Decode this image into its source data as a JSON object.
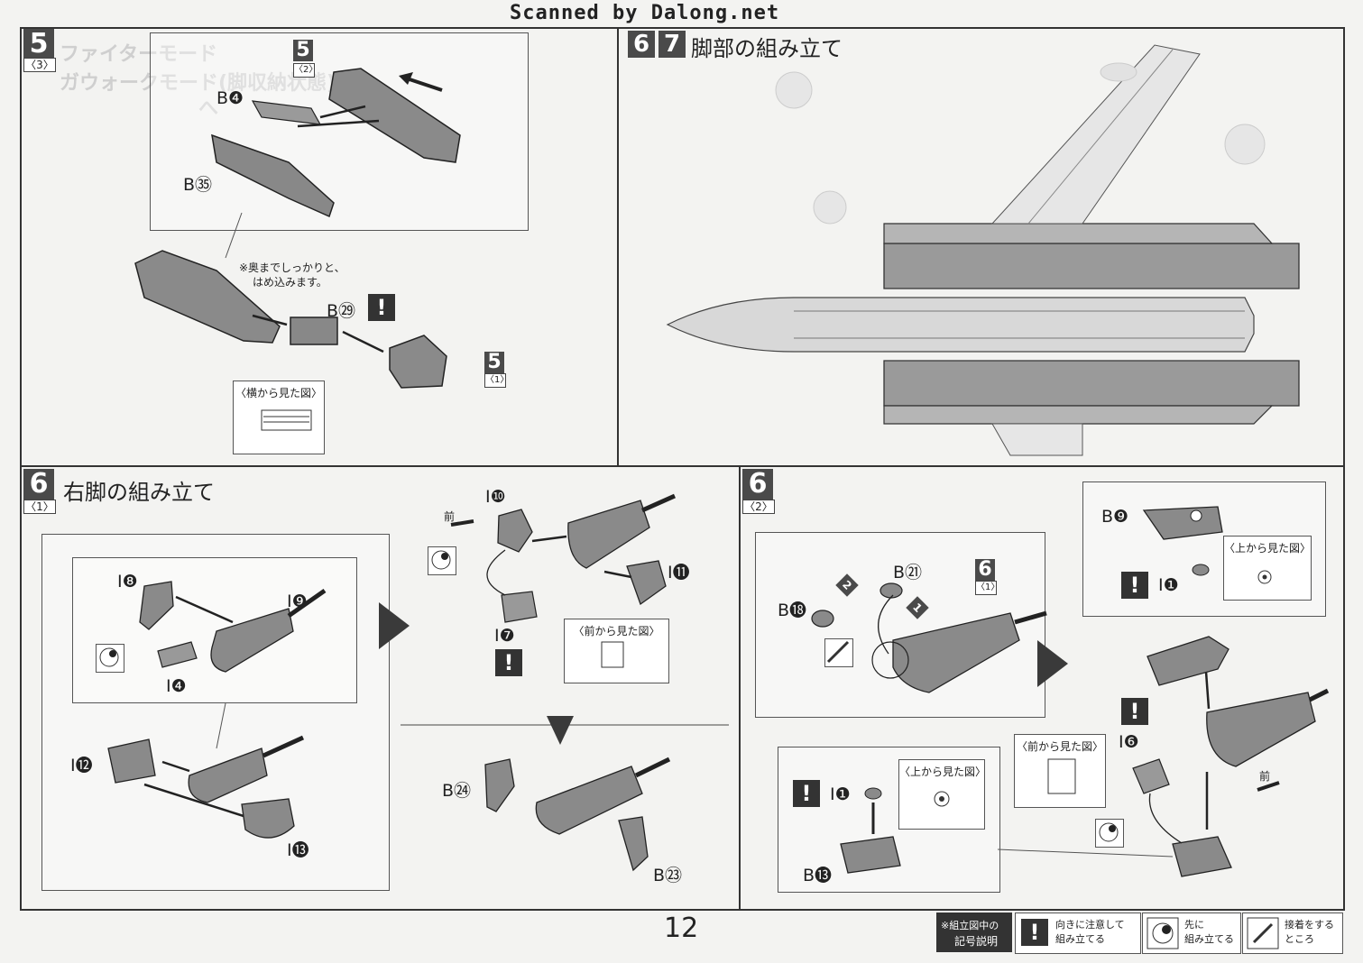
{
  "watermark": "Scanned by Dalong.net",
  "page_number": "12",
  "faded_background_text": [
    "ファイターモード",
    "ガウォークモード(脚収納状態)",
    "へ"
  ],
  "section_5": {
    "number": "5",
    "sub": "〈3〉",
    "callout_number": "5",
    "callout_sub": "〈2〉",
    "parts": [
      "B❹",
      "B㉟",
      "B㉙"
    ],
    "note_line1": "※奥までしっかりと、",
    "note_line2": "はめ込みます。",
    "side_view_title": "〈横から見た図〉",
    "ref_number": "5",
    "ref_sub": "〈1〉"
  },
  "section_67": {
    "num_a": "6",
    "num_b": "7",
    "title": "脚部の組み立て"
  },
  "section_6_1": {
    "number": "6",
    "sub": "〈1〉",
    "title": "右脚の組み立て",
    "parts": [
      "I❽",
      "I❾",
      "I❹",
      "I⓬",
      "I⓭",
      "I❿",
      "I⓫",
      "I❼",
      "B㉔",
      "B㉓"
    ],
    "front_label": "前",
    "front_view_title": "〈前から見た図〉"
  },
  "section_6_2": {
    "number": "6",
    "sub": "〈2〉",
    "callout_number": "6",
    "callout_sub": "〈1〉",
    "parts": [
      "B㉑",
      "B⓲",
      "B❾",
      "I❶",
      "I❻",
      "B⓭"
    ],
    "steps": [
      "1",
      "2"
    ],
    "top_view_title": "〈上から見た図〉",
    "top_view_title_2": "〈上から見た図〉",
    "front_view_title": "〈前から見た図〉",
    "front_label": "前"
  },
  "legend": {
    "heading_line1": "※組立図中の",
    "heading_line2": "記号説明",
    "item1_line1": "向きに注意して",
    "item1_line2": "組み立てる",
    "item2_line1": "先に",
    "item2_line2": "組み立てる",
    "item3_line1": "接着をする",
    "item3_line2": "ところ"
  },
  "icons": [
    "warning-exclamation-icon",
    "pre-assemble-circle-icon",
    "glue-brush-icon",
    "arrow-right-icon",
    "arrow-down-icon"
  ],
  "colors": {
    "part_gray": "#8a8a8a",
    "dark_badge": "#4a4a4a",
    "line": "#333333"
  }
}
